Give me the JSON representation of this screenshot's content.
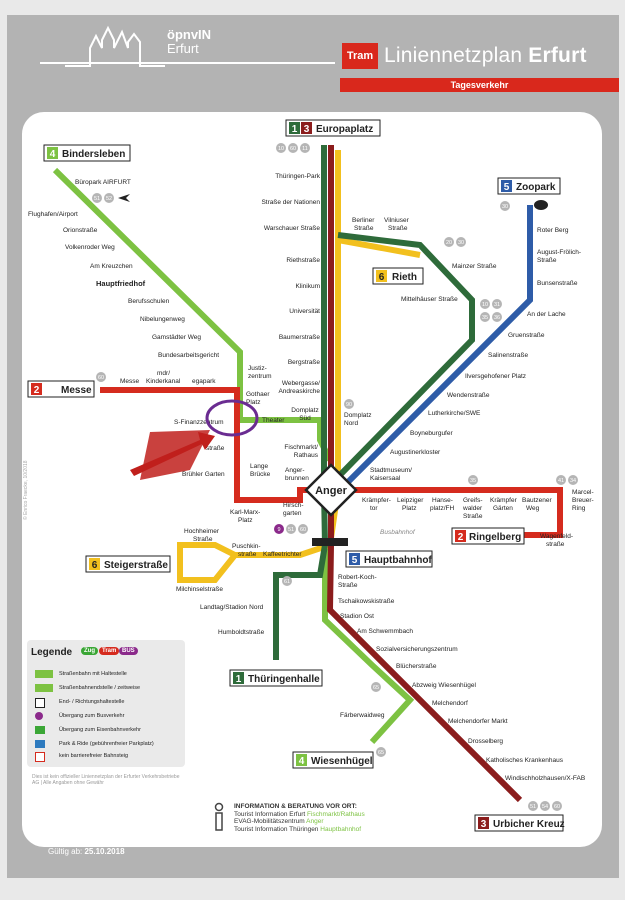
{
  "header": {
    "logo_top": "öpnvIN",
    "logo_bottom": "Erfurt",
    "tram_badge": "Tram",
    "title_light": "Liniennetzplan ",
    "title_bold": "Erfurt",
    "subtitle": "Tagesverkehr"
  },
  "termini": {
    "europaplatz": "Europaplatz",
    "bindersleben": "Bindersleben",
    "zoopark": "Zoopark",
    "rieth": "Rieth",
    "messe": "Messe",
    "ringelberg": "Ringelberg",
    "steigerstrasse": "Steigerstraße",
    "hauptbahnhof": "Hauptbahnhof",
    "thueringenhalle": "Thüringenhalle",
    "wiesenhuegel": "Wiesenhügel",
    "urbicher_kreuz": "Urbicher Kreuz",
    "anger": "Anger"
  },
  "line_numbers": {
    "l1": "1",
    "l2": "2",
    "l3": "3",
    "l4": "4",
    "l5": "5",
    "l6": "6"
  },
  "stations": {
    "thueringen_park": "Thüringen-Park",
    "strasse_der_nationen": "Straße der Nationen",
    "warschauer_strasse": "Warschauer Straße",
    "riethstrasse": "Riethstraße",
    "klinikum": "Klinikum",
    "universitaet": "Universität",
    "baumerstrasse": "Baumerstraße",
    "bergstrasse": "Bergstraße",
    "webergasse": "Webergasse/",
    "andreaskirche": "Andreaskirche",
    "domplatz_sued": "Domplatz",
    "domplatz_sued2": "Süd",
    "domplatz_nord": "Domplatz",
    "domplatz_nord2": "Nord",
    "fischmarkt": "Fischmarkt/",
    "rathaus": "Rathaus",
    "berliner_strasse": "Berliner",
    "berliner_strasse2": "Straße",
    "vilniuser_strasse": "Vilniuser",
    "vilniuser_strasse2": "Straße",
    "mainzer_strasse": "Mainzer Straße",
    "mittelhaeuser_strasse": "Mittelhäuser Straße",
    "roter_berg": "Roter Berg",
    "august_froelich": "August-Frölich-",
    "august_froelich2": "Straße",
    "bunsenstrasse": "Bunsenstraße",
    "an_der_lache": "An der Lache",
    "gruenstrasse": "Gruenstraße",
    "salinenstrasse": "Salinenstraße",
    "ilversgehofener_platz": "Ilversgehofener Platz",
    "wendenstrasse": "Wendenstraße",
    "lutherkirche": "Lutherkirche/SWE",
    "boyneburgufer": "Boyneburgufer",
    "augustinerkloster": "Augustinerkloster",
    "stadtmuseum": "Stadtmuseum/",
    "kaisersaal": "Kaisersaal",
    "bueropark": "Büropark AIRFURT",
    "flughafen": "Flughafen/Airport",
    "orionstrasse": "Orionstraße",
    "volkenroder_weg": "Volkenroder Weg",
    "am_kreuzchen": "Am Kreuzchen",
    "hauptfriedhof": "Hauptfriedhof",
    "berufsschulen": "Berufsschulen",
    "nibelungenweg": "Nibelungenweg",
    "gamstaedter_weg": "Gamstädter Weg",
    "bundesarbeitsgericht": "Bundesarbeitsgericht",
    "justizzentrum": "Justiz-",
    "justizzentrum2": "zentrum",
    "messe_stop": "Messe",
    "mdr": "mdr/",
    "kinderkanal": "Kinderkanal",
    "egapark": "egapark",
    "gothaer_platz": "Gothaer",
    "gothaer_platz2": "Platz",
    "s_finanzzentrum": "S-Finanzzentrum",
    "theater": "Theater",
    "strasse_partial": "straße",
    "bruehler_garten": "Brühler Garten",
    "lange_bruecke": "Lange",
    "lange_bruecke2": "Brücke",
    "angerbrunnen": "Anger-",
    "angerbrunnen2": "brunnen",
    "karl_marx_platz": "Karl-Marx-",
    "karl_marx_platz2": "Platz",
    "hirschgarten": "Hirsch-",
    "hirschgarten2": "garten",
    "kraempfertor": "Krämpfer-",
    "kraempfertor2": "tor",
    "leipziger_platz": "Leipziger",
    "leipziger_platz2": "Platz",
    "hanseplatz": "Hanse-",
    "hanseplatz2": "platz/FH",
    "greifswalder_strasse": "Greifs-",
    "greifswalder_strasse2": "walder",
    "greifswalder_strasse3": "Straße",
    "kraempfer_garten": "Krämpfer",
    "kraempfer_garten2": "Gärten",
    "bautzener_weg": "Bautzener",
    "bautzener_weg2": "Weg",
    "marcel_breuer_ring": "Marcel-",
    "marcel_breuer_ring2": "Breuer-",
    "marcel_breuer_ring3": "Ring",
    "wagenfeldstrasse": "Wagenfeld-",
    "wagenfeldstrasse2": "straße",
    "busbahnhof": "Busbahnhof",
    "hochheimer_strasse": "Hochheimer",
    "hochheimer_strasse2": "Straße",
    "puschkinstrasse": "Puschkin-",
    "puschkinstrasse2": "straße",
    "kaffeetrichter": "Kaffeetrichter",
    "milchinselstrasse": "Milchinselstraße",
    "landtag": "Landtag/Stadion Nord",
    "humboldtstrasse": "Humboldtstraße",
    "robert_koch": "Robert-Koch-",
    "robert_koch2": "Straße",
    "tschaikowskistrasse": "Tschaikowskistraße",
    "stadion_ost": "Stadion Ost",
    "am_schwemmbach": "Am Schwemmbach",
    "sozialversicherungszentrum": "Sozialversicherungszentrum",
    "bluecherstrasse": "Blücherstraße",
    "abzweig_wiesenhuegel": "Abzweig Wiesenhügel",
    "melchendorf": "Melchendorf",
    "melchendorfer_markt": "Melchendorfer Markt",
    "faerberwaidweg": "Färberwaidweg",
    "drosselberg": "Drosselberg",
    "katholisches_krankenhaus": "Katholisches Krankenhaus",
    "windischholzhausen": "Windischholzhausen/X-FAB"
  },
  "bus_numbers": {
    "europaplatz": [
      "10",
      "60",
      "11"
    ],
    "bindersleben": [
      "51",
      "52"
    ],
    "rieth": [
      "20",
      "30"
    ],
    "zoopark": [
      "30"
    ],
    "mittelhaeuser": [
      "10",
      "31"
    ],
    "mittelhaeuser2": [
      "35",
      "36"
    ],
    "messe": [
      "60"
    ],
    "domplatz": [
      "90"
    ],
    "greifswalder": [
      "35"
    ],
    "marcel": [
      "41",
      "34"
    ],
    "hbf": [
      "9",
      "51",
      "60"
    ],
    "kaffeetrichter": [
      "61"
    ],
    "abzweig": [
      "65"
    ],
    "wiesenhuegel": [
      "65"
    ],
    "urbicher": [
      "51",
      "54",
      "60"
    ]
  },
  "legend": {
    "title": "Legende",
    "zug": "Zug",
    "tram": "Tram",
    "bus": "BUS",
    "row1": "Straßenbahn mit Haltestelle",
    "row2": "Straßenbahnendstelle / zeitweise",
    "row3": "End- / Richtungshaltestelle",
    "row4": "Übergang zum Busverkehr",
    "row5": "Übergang zum Eisenbahnverkehr",
    "row6": "Park & Ride (gebührenfreier Parkplatz)",
    "row7": "kein barrierefreier Bahnsteig",
    "disclaimer": "Dies ist kein offizieller Liniennetzplan der Erfurter Verkehrsbetriebe AG | Alle Angaben ohne Gewähr"
  },
  "info": {
    "heading": "INFORMATION & BERATUNG VOR ORT:",
    "line1a": "Tourist Information Erfurt",
    "line1b": "Fischmarkt/Rathaus",
    "line2a": "EVAG-Mobilitätszentrum",
    "line2b": "Anger",
    "line3a": "Tourist Information Thüringen",
    "line3b": "Hauptbahnhof"
  },
  "footer": {
    "valid_label": "Gültig ab:",
    "valid_date": "25.10.2018",
    "copyright": "© Enrico Fraecke, 10/2018"
  },
  "colors": {
    "line1": "#2e6b3a",
    "line2": "#d52b1e",
    "line3": "#8b1c1c",
    "line4": "#7dc242",
    "line5": "#2e5ca8",
    "line6": "#f2c01e",
    "annotation": "#c0201c",
    "circle": "#6a2c91"
  }
}
